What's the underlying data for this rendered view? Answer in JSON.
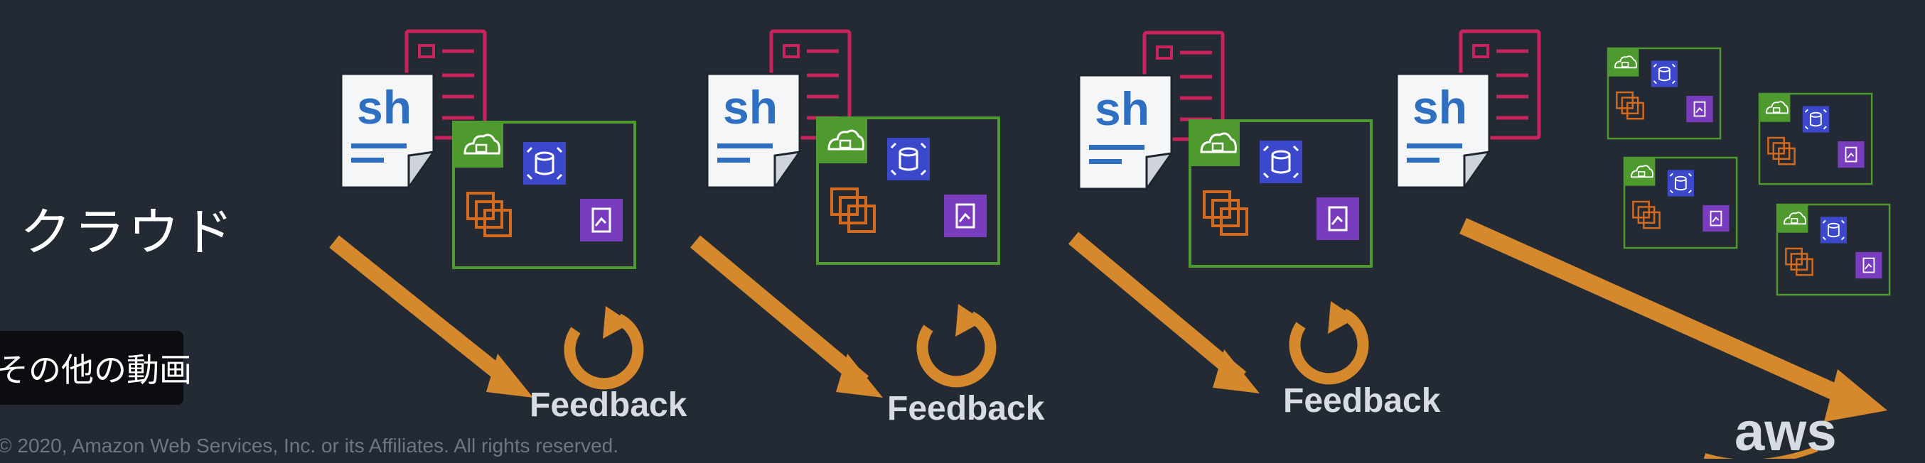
{
  "slide": {
    "title": "クラウド",
    "more_videos": "その他の動画",
    "copyright": "© 2020, Amazon Web Services, Inc. or its Affiliates. All rights reserved.",
    "feedback_labels": [
      "Feedback",
      "Feedback",
      "Feedback"
    ],
    "script_label": "sh",
    "logo_text": "aws"
  },
  "colors": {
    "background": "#232a34",
    "arrow": "#d6892c",
    "group_border": "#4f9a2e",
    "doc_pink": "#c7245e",
    "ec2_orange": "#d36a1d",
    "rds_blue": "#3b48cc",
    "s3_purple": "#7a3cbf",
    "script_blue": "#2f6fc1"
  },
  "icons": [
    "shell-script-icon",
    "template-document-icon",
    "cloud-lock-icon",
    "database-cluster-icon",
    "ec2-instances-icon",
    "storage-bucket-icon",
    "loop-arrow-icon",
    "aws-logo"
  ]
}
